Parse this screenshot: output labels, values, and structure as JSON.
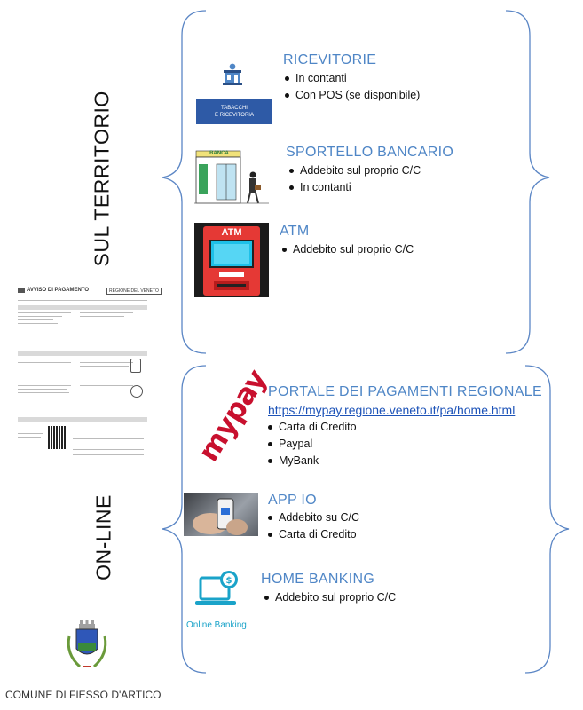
{
  "sections": {
    "territory_label": "SUL TERRITORIO",
    "online_label": "ON-LINE"
  },
  "ricevitorie": {
    "title": "RICEVITORIE",
    "items": [
      "In contanti",
      "Con POS (se disponibile)"
    ],
    "badge_line1": "TABACCHI",
    "badge_line2": "E RICEVITORIA"
  },
  "sportello": {
    "title": "SPORTELLO BANCARIO",
    "items": [
      "Addebito sul proprio C/C",
      "In contanti"
    ],
    "sign": "BANCA"
  },
  "atm": {
    "title": "ATM",
    "items": [
      "Addebito sul proprio C/C"
    ],
    "screen_label": "ATM"
  },
  "mypay": {
    "title": "PORTALE DEI PAGAMENTI REGIONALE",
    "url": "https://mypay.regione.veneto.it/pa/home.html",
    "items": [
      "Carta di Credito",
      "Paypal",
      "MyBank"
    ],
    "logo_text": "mypay"
  },
  "appio": {
    "title": "APP IO",
    "items": [
      "Addebito su C/C",
      "Carta di Credito"
    ]
  },
  "homebanking": {
    "title": "HOME BANKING",
    "items": [
      "Addebito sul proprio C/C"
    ],
    "caption": "Online Banking"
  },
  "notice": {
    "title": "AVVISO DI PAGAMENTO",
    "brand": "REGIONE DEL VENETO"
  },
  "footer": {
    "municipality": "COMUNE DI FIESSO D'ARTICO"
  },
  "colors": {
    "heading": "#4f86c6",
    "brace": "#5b86c5",
    "link": "#1d53b8",
    "atm_red": "#e53935",
    "mypay_red": "#c8102e"
  }
}
